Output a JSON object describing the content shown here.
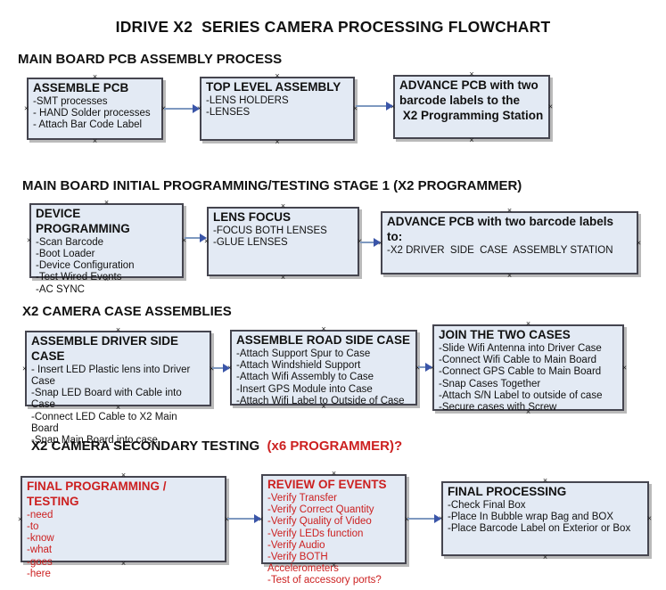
{
  "title": "IDRIVE X2  SERIES CAMERA PROCESSING FLOWCHART",
  "glyphs": {
    "handle": "×"
  },
  "colors": {
    "box_fill": "#e3eaf4",
    "box_border": "#45454f",
    "arrow_line": "#7e99c0",
    "arrow_head": "#3a55a8",
    "red_text": "#cc2020",
    "black_text": "#111111"
  },
  "sections": [
    {
      "heading": "MAIN BOARD PCB ASSEMBLY PROCESS",
      "boxes": [
        {
          "title": "ASSEMBLE PCB",
          "items": [
            "-SMT processes",
            "- HAND Solder processes",
            "- Attach Bar Code Label"
          ]
        },
        {
          "title": "TOP LEVEL ASSEMBLY",
          "items": [
            "-LENS HOLDERS",
            "-LENSES"
          ]
        },
        {
          "title_lines": [
            "ADVANCE PCB with two",
            "barcode labels to the",
            " X2 Programming Station"
          ]
        }
      ]
    },
    {
      "heading": "MAIN BOARD INITIAL PROGRAMMING/TESTING STAGE 1 (X2 PROGRAMMER)",
      "boxes": [
        {
          "title": "DEVICE PROGRAMMING",
          "items": [
            "-Scan Barcode",
            "-Boot Loader",
            "-Device Configuration",
            "-Test Wired Events",
            "-AC SYNC"
          ]
        },
        {
          "title": "LENS FOCUS",
          "items": [
            "-FOCUS BOTH LENSES",
            "-GLUE LENSES"
          ]
        },
        {
          "title": "ADVANCE PCB with two barcode labels to:",
          "items": [
            "-X2 DRIVER  SIDE  CASE  ASSEMBLY STATION"
          ]
        }
      ]
    },
    {
      "heading": "X2 CAMERA CASE ASSEMBLIES",
      "boxes": [
        {
          "title": "ASSEMBLE DRIVER SIDE CASE",
          "items": [
            "- Insert LED Plastic lens into Driver Case",
            "-Snap LED Board with Cable into Case",
            "-Connect LED Cable to X2 Main Board",
            "-Snap Main Board into case"
          ]
        },
        {
          "title": "ASSEMBLE ROAD SIDE CASE",
          "items": [
            "-Attach Support Spur to Case",
            "-Attach Windshield Support",
            "-Attach Wifi Assembly to Case",
            "-Insert GPS Module into Case",
            "-Attach Wifi Label to Outside of Case"
          ]
        },
        {
          "title": "JOIN THE TWO CASES",
          "items": [
            "-Slide Wifi Antenna into Driver Case",
            "-Connect Wifi Cable to Main Board",
            "-Connect GPS Cable to Main Board",
            "-Snap Cases Together",
            "-Attach S/N Label to outside of case",
            "-Secure cases with Screw"
          ]
        }
      ]
    },
    {
      "heading": "X2 CAMERA SECONDARY TESTING  ",
      "heading_red": "(x6 PROGRAMMER)?",
      "boxes": [
        {
          "title": "FINAL PROGRAMMING / TESTING",
          "items": [
            "-need",
            "-to",
            "-know",
            "-what",
            "-goes",
            "-here"
          ]
        },
        {
          "title": "REVIEW OF EVENTS",
          "items": [
            "-Verify Transfer",
            "-Verify Correct Quantity",
            "-Verify Quality of Video",
            "-Verify LEDs function",
            "-Verify Audio",
            "-Verify BOTH Accelerometers",
            "-Test of accessory ports?"
          ]
        },
        {
          "title": "FINAL PROCESSING",
          "items": [
            "-Check Final Box",
            "-Place In Bubble wrap Bag and BOX",
            "-Place Barcode Label on Exterior or Box"
          ]
        }
      ]
    }
  ]
}
